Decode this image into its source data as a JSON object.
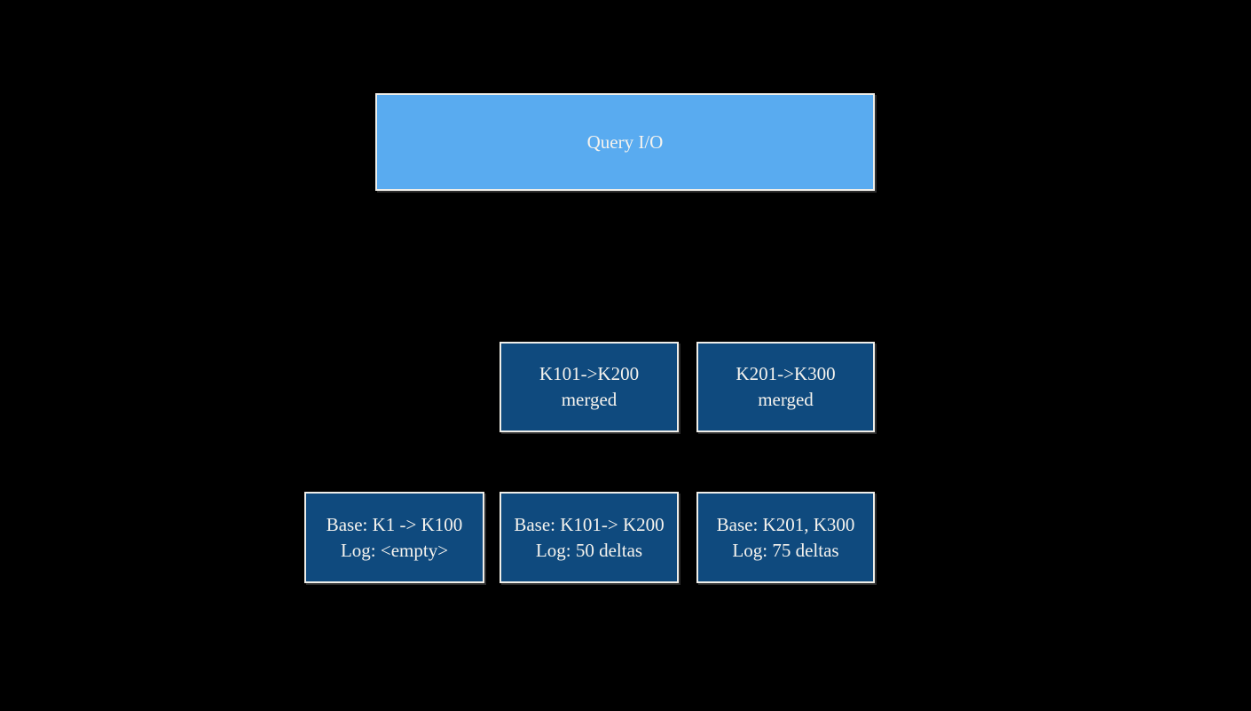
{
  "canvas": {
    "background": "#000000"
  },
  "colors": {
    "query_box_fill": "#59abf0",
    "segment_box_fill": "#0f4a7e",
    "box_border": "#efeee9",
    "text": "#f5f3ee"
  },
  "diagram": {
    "query_box": {
      "label": "Query I/O"
    },
    "merged_boxes": [
      {
        "line1": "K101->K200",
        "line2": "merged"
      },
      {
        "line1": "K201->K300",
        "line2": "merged"
      }
    ],
    "base_boxes": [
      {
        "line1": "Base: K1 -> K100",
        "line2": "Log: <empty>"
      },
      {
        "line1": "Base: K101-> K200",
        "line2": "Log: 50 deltas"
      },
      {
        "line1": "Base: K201, K300",
        "line2": "Log: 75 deltas"
      }
    ]
  }
}
